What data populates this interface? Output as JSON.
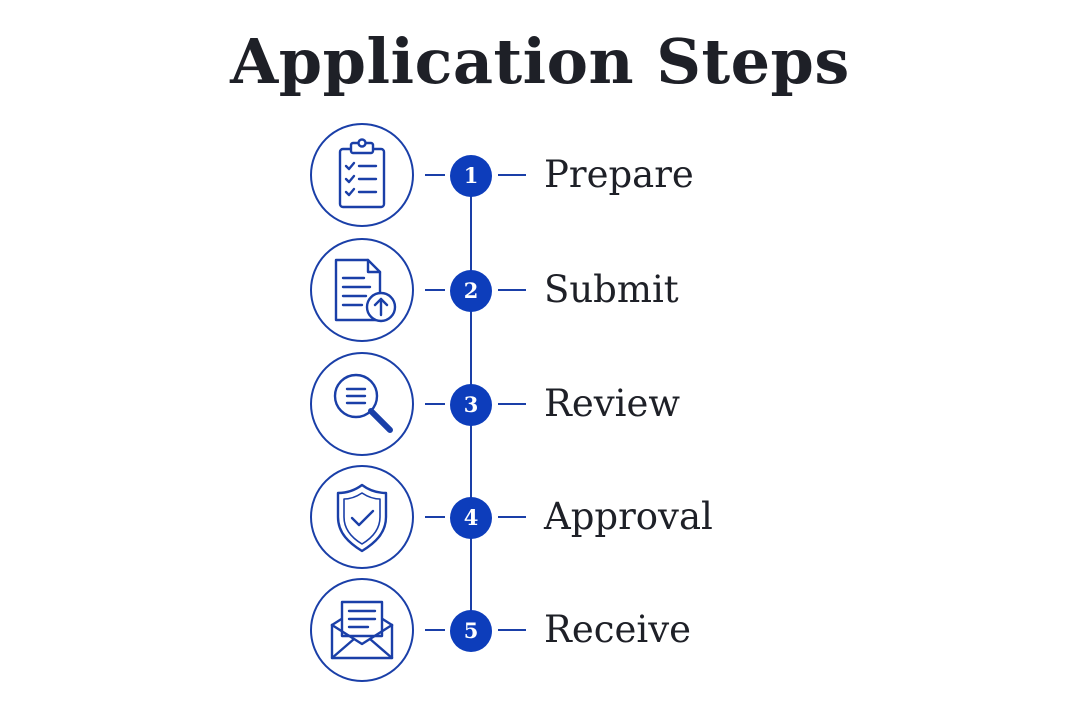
{
  "title": "Application Steps",
  "colors": {
    "accent": "#0d3dbb",
    "line": "#1a3fa8",
    "text": "#1e2027",
    "background": "#ffffff"
  },
  "steps": [
    {
      "number": "1",
      "label": "Prepare",
      "icon": "clipboard-checklist-icon"
    },
    {
      "number": "2",
      "label": "Submit",
      "icon": "document-upload-icon"
    },
    {
      "number": "3",
      "label": "Review",
      "icon": "magnifier-icon"
    },
    {
      "number": "4",
      "label": "Approval",
      "icon": "shield-check-icon"
    },
    {
      "number": "5",
      "label": "Receive",
      "icon": "envelope-letter-icon"
    }
  ]
}
